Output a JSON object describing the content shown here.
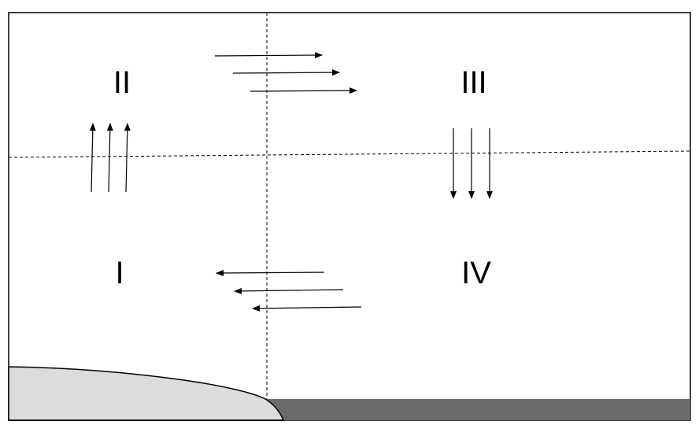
{
  "quadrants": {
    "q1": "I",
    "q2": "II",
    "q3": "III",
    "q4": "IV"
  },
  "flows": {
    "top": "right",
    "right": "down",
    "bottom": "left",
    "left": "up"
  },
  "colors": {
    "frame": "#000000",
    "divider": "#000000",
    "arrow": "#000000",
    "land": "#dcdcdc",
    "land_outline": "#000000",
    "sea_floor": "#6b6b6b"
  }
}
